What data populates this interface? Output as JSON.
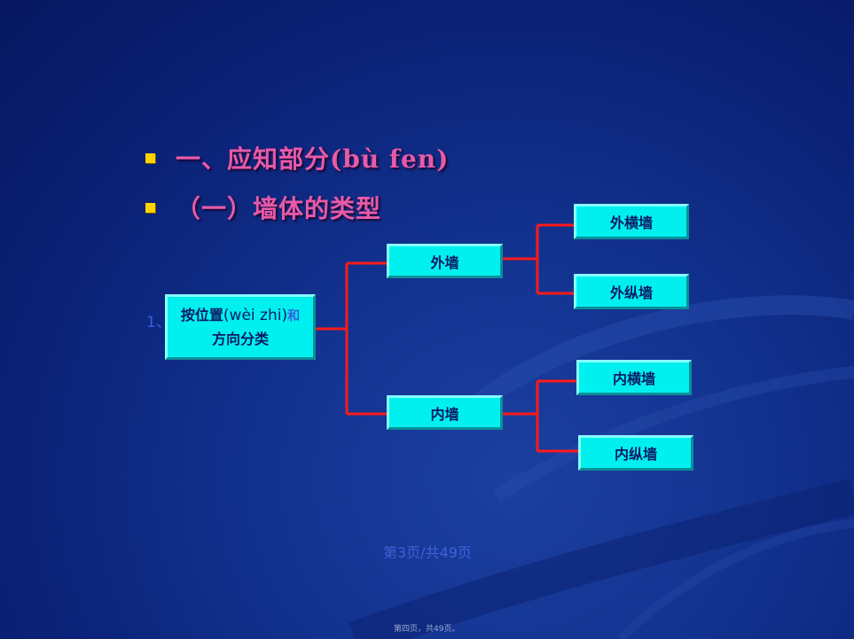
{
  "bullets": [
    {
      "text": "一、应知部分(bù fen)"
    },
    {
      "text": "（一）墙体的类型"
    }
  ],
  "tree": {
    "prefix": "1、",
    "root_line1": "按位置",
    "root_line1_latin": "(wèi zhi)",
    "root_line1_tail": "和",
    "root_line2": "方向分类",
    "mid": [
      "外墙",
      "内墙"
    ],
    "leaves": [
      "外横墙",
      "外纵墙",
      "内横墙",
      "内纵墙"
    ]
  },
  "footer": {
    "page_label": "第3页/共49页",
    "small_label": "第四页，共49页。"
  },
  "colors": {
    "background": "#0b2378",
    "bullet_text": "#e85aa8",
    "bullet_square": "#ffd400",
    "box_fill": "#00f0f0",
    "connector": "#ff1a1a"
  }
}
